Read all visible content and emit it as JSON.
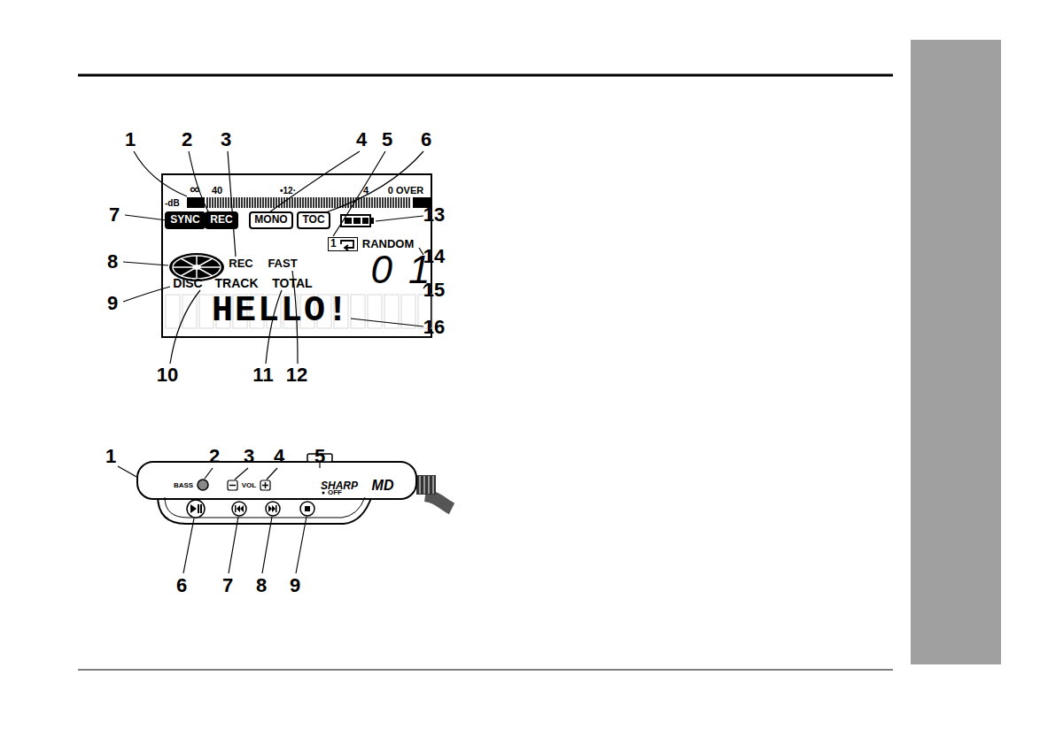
{
  "diagram": {
    "nodes": [
      {
        "text": [
          "SYNC"
        ]
      },
      {
        "text": [
          "REC"
        ]
      },
      {
        "text": [
          "MONO"
        ]
      },
      {
        "text": [
          "TOC"
        ]
      },
      {
        "text": [
          "1"
        ]
      }
    ],
    "labels": [
      "1",
      "2",
      "3",
      "4",
      "5",
      "6",
      "7",
      "8",
      "9",
      "10",
      "11",
      "12",
      "13",
      "14",
      "15",
      "16",
      "-dB",
      "∞",
      "40",
      "•12·",
      "4",
      "0 OVER",
      "RANDOM",
      "REC",
      "FAST",
      "01",
      "DISC",
      "TRACK",
      "TOTAL",
      "HELLO!",
      "1",
      "2",
      "3",
      "4",
      "5",
      "6",
      "7",
      "8",
      "9",
      "BASS",
      "VOL",
      "SHARP",
      "MD",
      "OFF"
    ]
  }
}
